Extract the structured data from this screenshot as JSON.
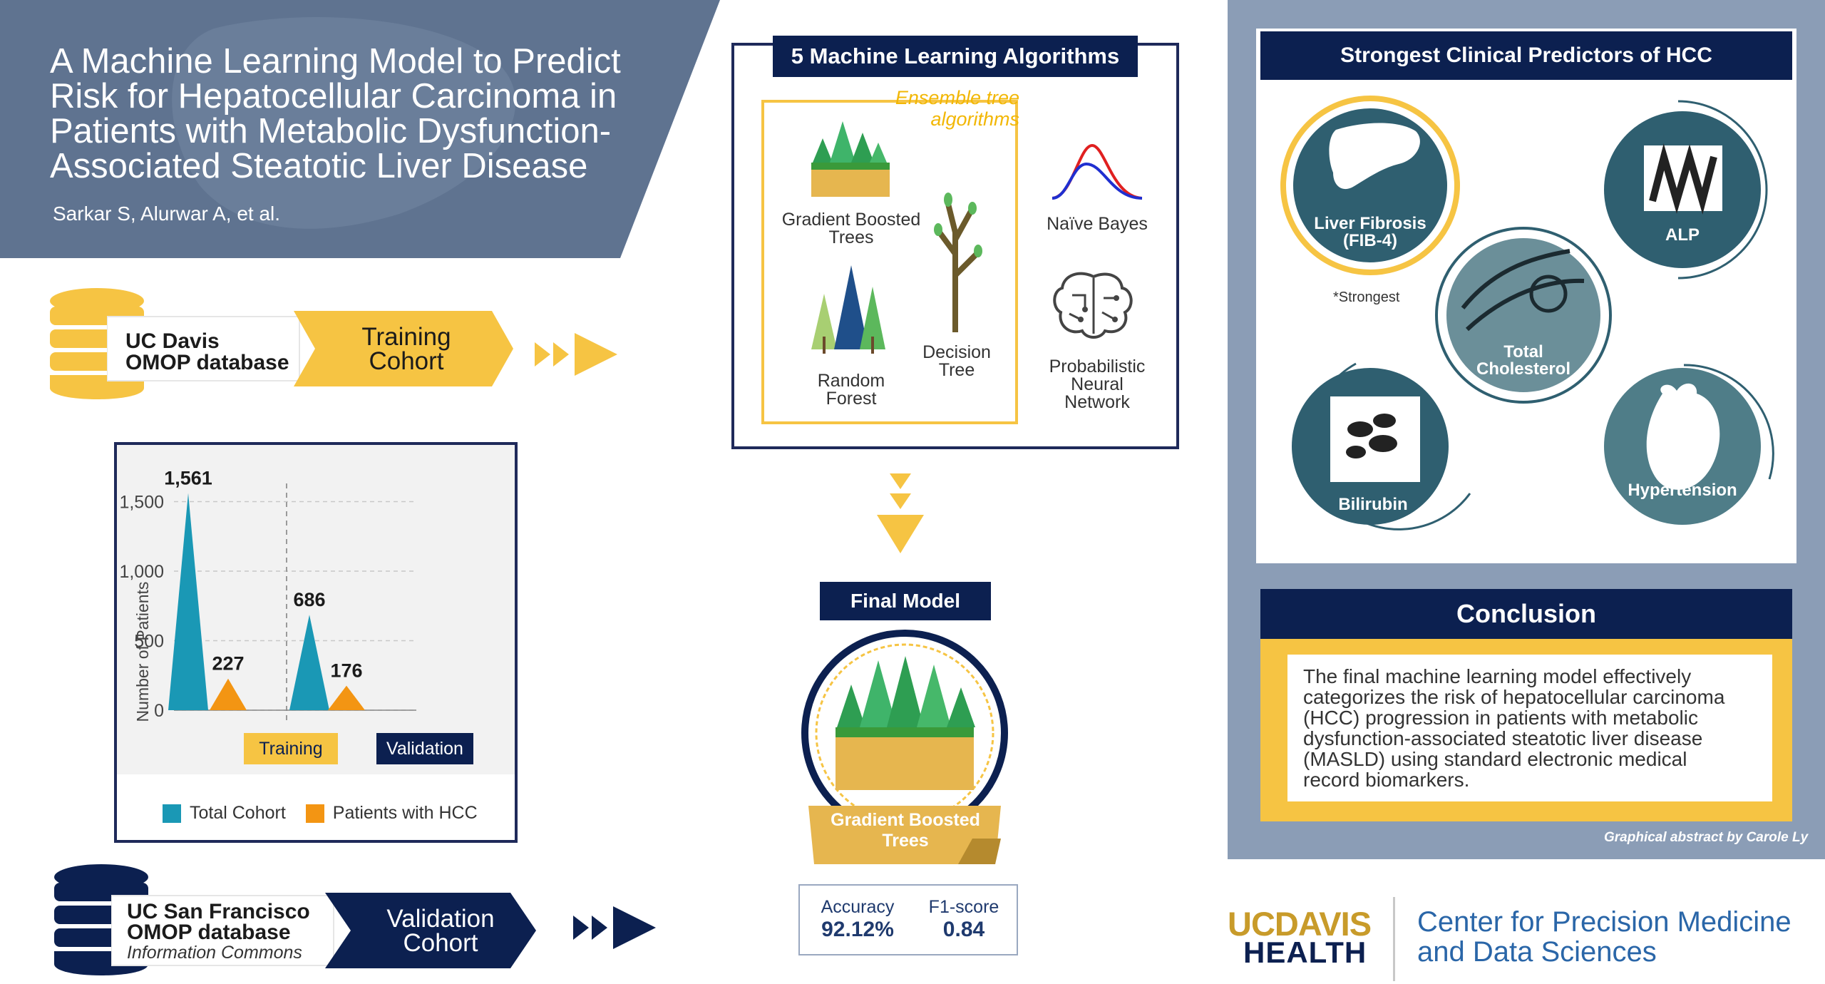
{
  "title": {
    "text": "A Machine Learning Model to Predict Risk for Hepatocellular Carcinoma in Patients with Metabolic Dysfunction-Associated Steatotic Liver Disease",
    "lines": [
      "A Machine Learning Model to Predict",
      "Risk for Hepatocellular Carcinoma in",
      "Patients with Metabolic Dysfunction-",
      "Associated Steatotic Liver Disease"
    ],
    "authors": "Sarkar S, Alurwar A, et al."
  },
  "training": {
    "database_lines": [
      "UC Davis",
      "OMOP database"
    ],
    "cohort_lines": [
      "Training",
      "Cohort"
    ]
  },
  "validation": {
    "database_lines": [
      "UC San Francisco",
      "OMOP database"
    ],
    "database_sub": "Information Commons",
    "cohort_lines": [
      "Validation",
      "Cohort"
    ]
  },
  "chart_data": {
    "type": "bar",
    "categories": [
      "Training",
      "Validation"
    ],
    "series": [
      {
        "name": "Total Cohort",
        "values": [
          1561,
          686
        ],
        "color": "#1a98b5"
      },
      {
        "name": "Patients with HCC",
        "values": [
          227,
          176
        ],
        "color": "#f39513"
      }
    ],
    "data_labels": [
      "1,561",
      "227",
      "686",
      "176"
    ],
    "ylabel": "Number of Patients",
    "yticks": [
      0,
      500,
      1000,
      1500
    ],
    "ytick_labels": [
      "0",
      "500",
      "1,000",
      "1,500"
    ],
    "ylim": [
      0,
      1600
    ],
    "grid": true,
    "legend_position": "bottom",
    "category_colors": [
      "#f6c443",
      "#0c2050"
    ]
  },
  "algorithms": {
    "title": "5 Machine Learning Algorithms",
    "ensemble_label_lines": [
      "Ensemble tree",
      "algorithms"
    ],
    "gbt_lines": [
      "Gradient Boosted",
      "Trees"
    ],
    "rf_lines": [
      "Random",
      "Forest"
    ],
    "dt_lines": [
      "Decision",
      "Tree"
    ],
    "nb": "Naïve Bayes",
    "pnn_lines": [
      "Probabilistic",
      "Neural",
      "Network"
    ]
  },
  "final_model": {
    "label": "Final Model",
    "model_lines": [
      "Gradient Boosted",
      "Trees"
    ],
    "accuracy_label": "Accuracy",
    "accuracy_value": "92.12%",
    "f1_label": "F1-score",
    "f1_value": "0.84"
  },
  "predictors": {
    "title": "Strongest Clinical Predictors of HCC",
    "fib4_lines": [
      "Liver Fibrosis",
      "(FIB-4)"
    ],
    "strongest_note": "*Strongest",
    "alp": "ALP",
    "chol_lines": [
      "Total",
      "Cholesterol"
    ],
    "bilirubin": "Bilirubin",
    "hypertension": "Hypertension"
  },
  "conclusion": {
    "title": "Conclusion",
    "lines": [
      "The final machine learning model effectively",
      "categorizes the risk of hepatocellular carcinoma",
      "(HCC) progression in patients with metabolic",
      "dysfunction-associated steatotic liver disease",
      "(MASLD) using standard electronic medical",
      "record biomarkers."
    ],
    "credit": "Graphical abstract by Carole Ly"
  },
  "footer": {
    "uc": "UC",
    "davis": "DAVIS",
    "health": "HEALTH",
    "center_lines": [
      "Center for Precision Medicine",
      "and Data Sciences"
    ]
  },
  "colors": {
    "navy": "#0c2050",
    "gold": "#f6c443",
    "teal": "#1a98b5",
    "orange": "#f39513",
    "slate": "#6b7d98",
    "panel": "#8b9db6",
    "predictor_teal": "#2f5f70"
  }
}
